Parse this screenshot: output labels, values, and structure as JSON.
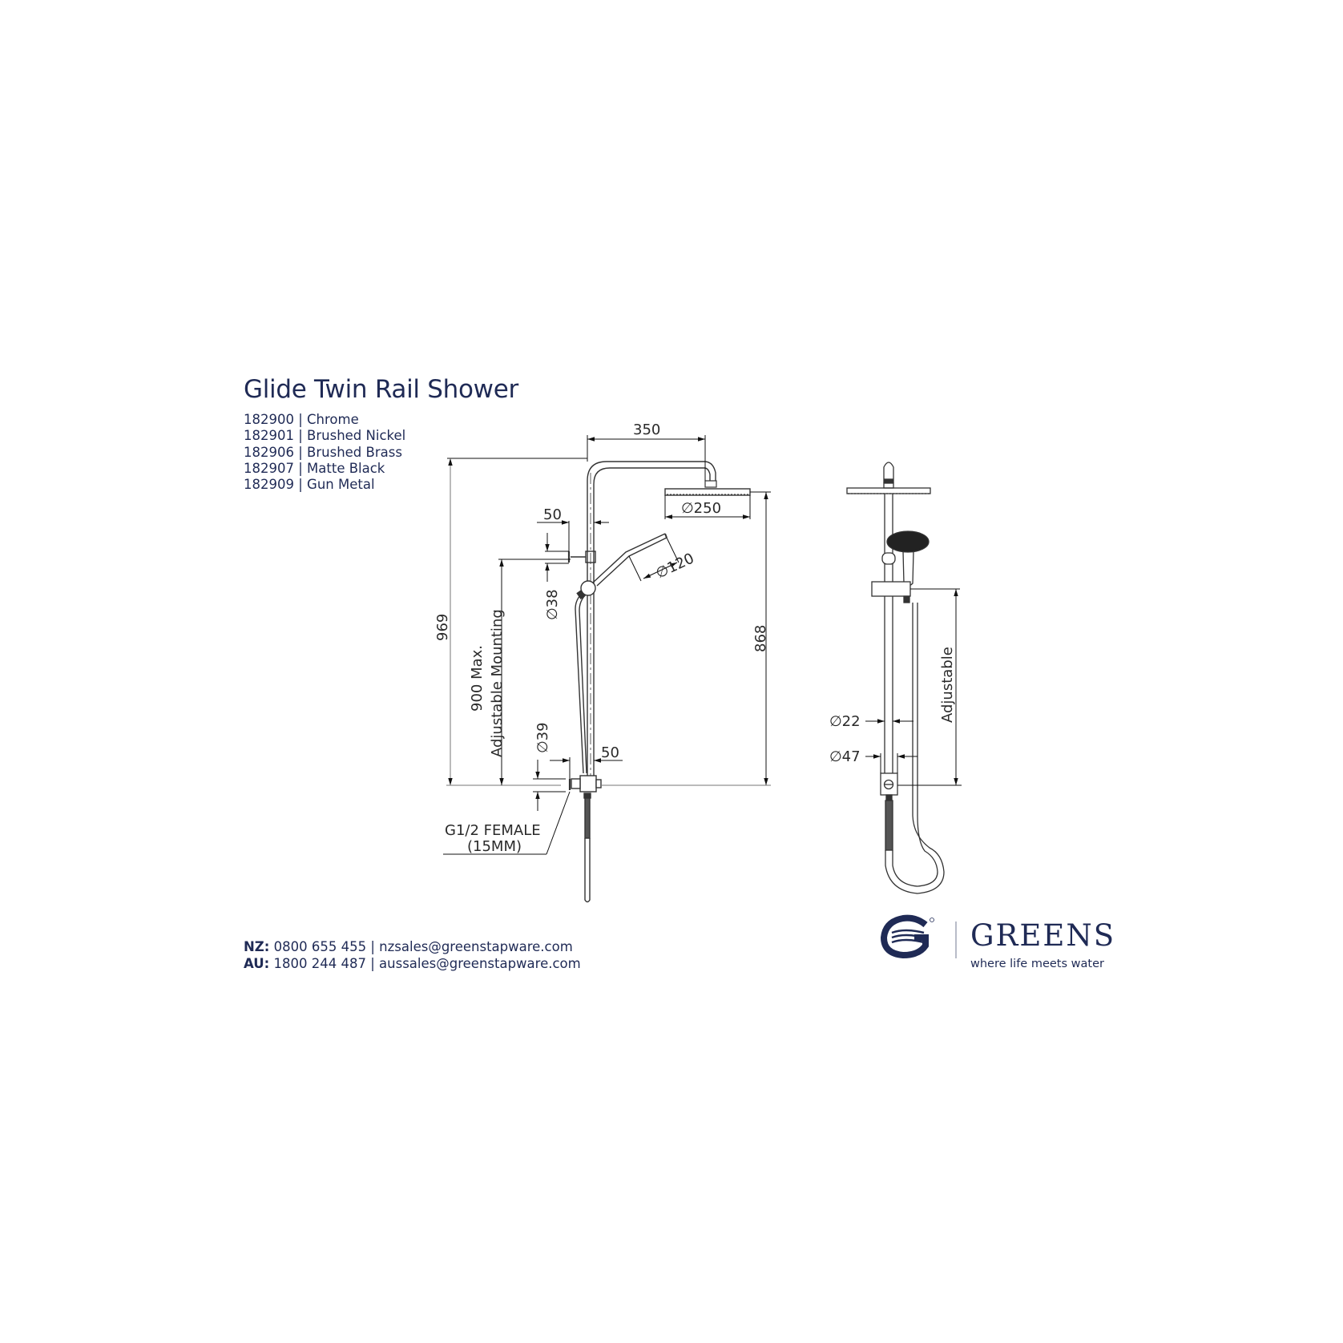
{
  "header": {
    "title": "Glide Twin Rail Shower",
    "product_codes": [
      {
        "code": "182900",
        "finish": "Chrome"
      },
      {
        "code": "182901",
        "finish": "Brushed Nickel"
      },
      {
        "code": "182906",
        "finish": "Brushed Brass"
      },
      {
        "code": "182907",
        "finish": "Matte Black"
      },
      {
        "code": "182909",
        "finish": "Gun Metal"
      }
    ],
    "code_lines": [
      "182900 | Chrome",
      "182901 | Brushed Nickel",
      "182906 | Brushed Brass",
      "182907 | Matte Black",
      "182909 | Gun Metal"
    ]
  },
  "drawing": {
    "front_view": {
      "dim_arm_projection": "350",
      "dim_overhead_diameter": "∅250",
      "dim_bracket_offset": "50",
      "dim_handshower_diameter": "∅120",
      "dim_bracket_diameter": "∅38",
      "dim_overall_height": "969",
      "dim_mounting_label_line1": "900 Max.",
      "dim_mounting_label_line2": "Adjustable Mounting",
      "dim_overhead_height": "868",
      "dim_inlet_diameter": "∅39",
      "dim_inlet_offset": "50",
      "inlet_label_line1": "G1/2 FEMALE",
      "inlet_label_line2": "(15MM)"
    },
    "side_view": {
      "dim_rail_diameter": "∅22",
      "dim_base_diameter": "∅47",
      "dim_adjustable": "Adjustable"
    }
  },
  "footer": {
    "contacts": [
      {
        "region": "NZ:",
        "phone": "0800 655 455",
        "email": "nzsales@greenstapware.com"
      },
      {
        "region": "AU:",
        "phone": "1800 244 487",
        "email": "aussales@greenstapware.com"
      }
    ],
    "brand_name": "GREENS",
    "tagline": "where life meets water",
    "logo_icon": "greens-g-wave-logo",
    "brand_color": "#1f2a55"
  }
}
